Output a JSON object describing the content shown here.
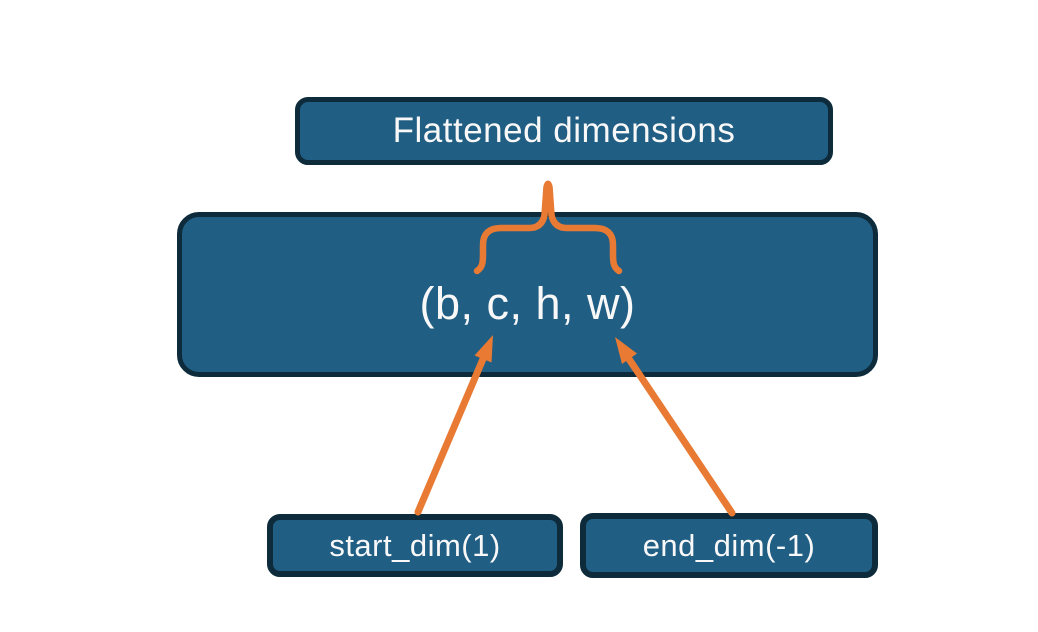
{
  "diagram": {
    "description": "Tensor flatten dimensions diagram",
    "flattened_node": {
      "label": "Flattened dimensions"
    },
    "tensor_node": {
      "label": "(b, c, h, w)"
    },
    "start_dim_node": {
      "label": "start_dim(1)"
    },
    "end_dim_node": {
      "label": "end_dim(-1)"
    },
    "annotations": {
      "brace": "curly brace spanning c, h, w dimensions pointing up to Flattened dimensions box",
      "arrow_start": "arrow from start_dim(1) box to dimension c",
      "arrow_end": "arrow from end_dim(-1) box to dimension w"
    }
  },
  "colors": {
    "node_fill": "#215e84",
    "node_border": "#0d2b3a",
    "accent_orange": "#e87a33",
    "text": "#f8f8f8",
    "background": "#ffffff"
  }
}
